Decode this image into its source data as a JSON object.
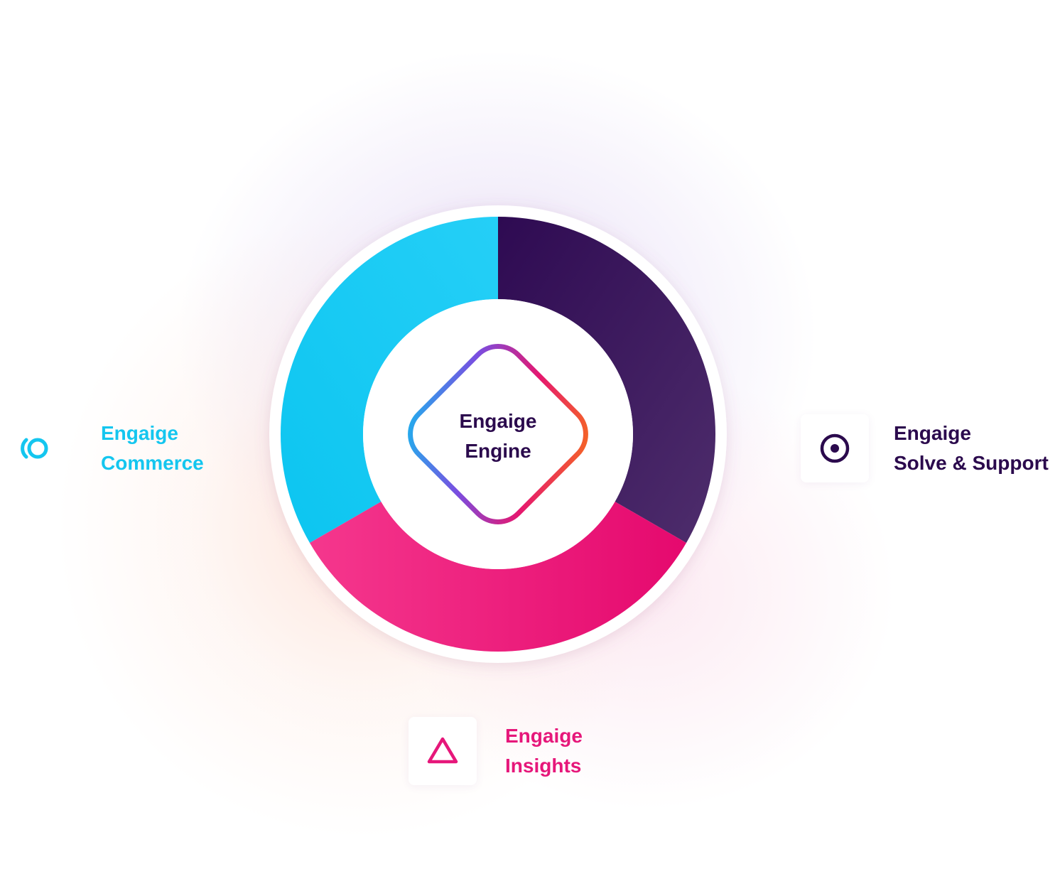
{
  "center": {
    "line1": "Engaige",
    "line2": "Engine"
  },
  "segments": [
    {
      "id": "commerce",
      "color_start": "#0cc5f0",
      "color_end": "#25cff7"
    },
    {
      "id": "solve",
      "color_start": "#2e0a52",
      "color_end": "#4e2d6c"
    },
    {
      "id": "insights",
      "color_start": "#f5378d",
      "color_end": "#e5096e"
    }
  ],
  "modules": {
    "commerce": {
      "line1": "Engaige",
      "line2": "Commerce",
      "icon": "commerce-ring-icon",
      "color": "#14c6ef"
    },
    "solve": {
      "line1": "Engaige",
      "line2": "Solve & Support",
      "icon": "target-dot-icon",
      "color": "#2b0a4d"
    },
    "insights": {
      "line1": "Engaige",
      "line2": "Insights",
      "icon": "triangle-icon",
      "color": "#e6177a"
    }
  },
  "diamond_gradient": [
    "#0cc5f0",
    "#7a4de0",
    "#e5176f",
    "#f97a12"
  ]
}
